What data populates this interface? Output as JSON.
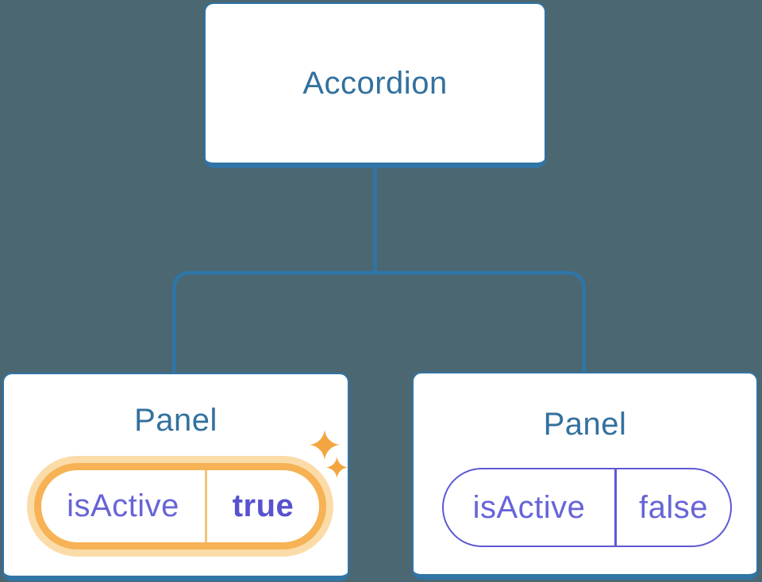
{
  "diagram": {
    "root": {
      "label": "Accordion"
    },
    "panels": [
      {
        "title": "Panel",
        "prop_name": "isActive",
        "prop_value": "true",
        "highlighted": true,
        "icon": "sparkles-icon"
      },
      {
        "title": "Panel",
        "prop_name": "isActive",
        "prop_value": "false",
        "highlighted": false
      }
    ]
  },
  "colors": {
    "background": "#4b6772",
    "connector_line": "#2e76a8",
    "box_border": "#3174a6",
    "title_text": "#33719e",
    "prop_text": "#6764d8",
    "active_value_text": "#5852cf",
    "highlight_ring": "#f6b254",
    "highlight_glow": "#fbdca9",
    "highlight_divider": "#f4c277",
    "inactive_pill_border": "#5d59d4",
    "sparkle": "#f3a63f"
  }
}
